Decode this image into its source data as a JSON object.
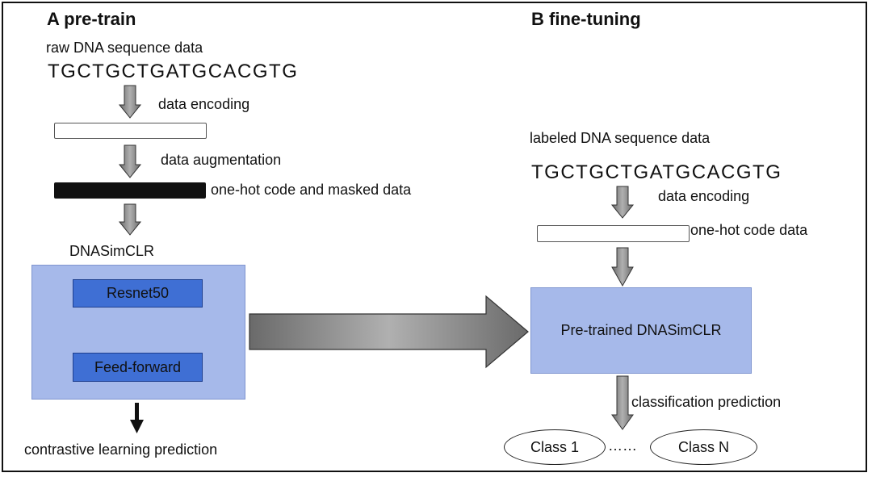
{
  "pretrain": {
    "title": "A pre-train",
    "raw_label": "raw DNA sequence data",
    "sequence": "TGCTGCTGATGCACGTG",
    "step_encoding": "data encoding",
    "step_augmentation": "data augmentation",
    "masked_label": "one-hot code and masked data",
    "model_name": "DNASimCLR",
    "block_1": "Resnet50",
    "block_2": "Feed-forward",
    "output": "contrastive learning prediction"
  },
  "finetune": {
    "title": "B fine-tuning",
    "labeled_label": "labeled DNA sequence data",
    "sequence": "TGCTGCTGATGCACGTG",
    "step_encoding": "data encoding",
    "onehot_label": "one-hot code data",
    "model_name": "Pre-trained DNASimCLR",
    "step_prediction": "classification prediction",
    "class_first": "Class 1",
    "class_dots": "……",
    "class_last": "Class N"
  }
}
